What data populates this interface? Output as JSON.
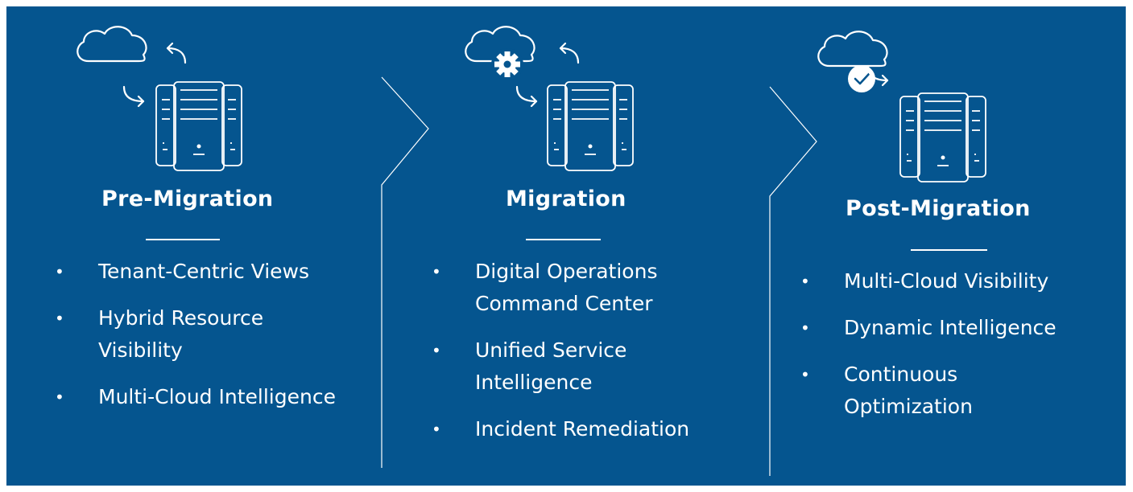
{
  "stages": [
    {
      "title": "Pre-Migration",
      "items": [
        "Tenant-Centric Views",
        "Hybrid Resource Visibility",
        "Multi-Cloud Intelligence"
      ]
    },
    {
      "title": "Migration",
      "items": [
        "Digital Operations Command Center",
        "Unified Service Intelligence",
        "Incident Remediation"
      ]
    },
    {
      "title": "Post-Migration",
      "items": [
        "Multi-Cloud Visibility",
        "Dynamic Intelligence",
        "Continuous Optimization"
      ]
    }
  ],
  "colors": {
    "background": "#05558f",
    "foreground": "#ffffff",
    "page": "#ffffff"
  },
  "icons": [
    "cloud-icon",
    "return-arrow-icon",
    "server-icon",
    "cloud-gear-icon",
    "cloud-check-icon"
  ]
}
